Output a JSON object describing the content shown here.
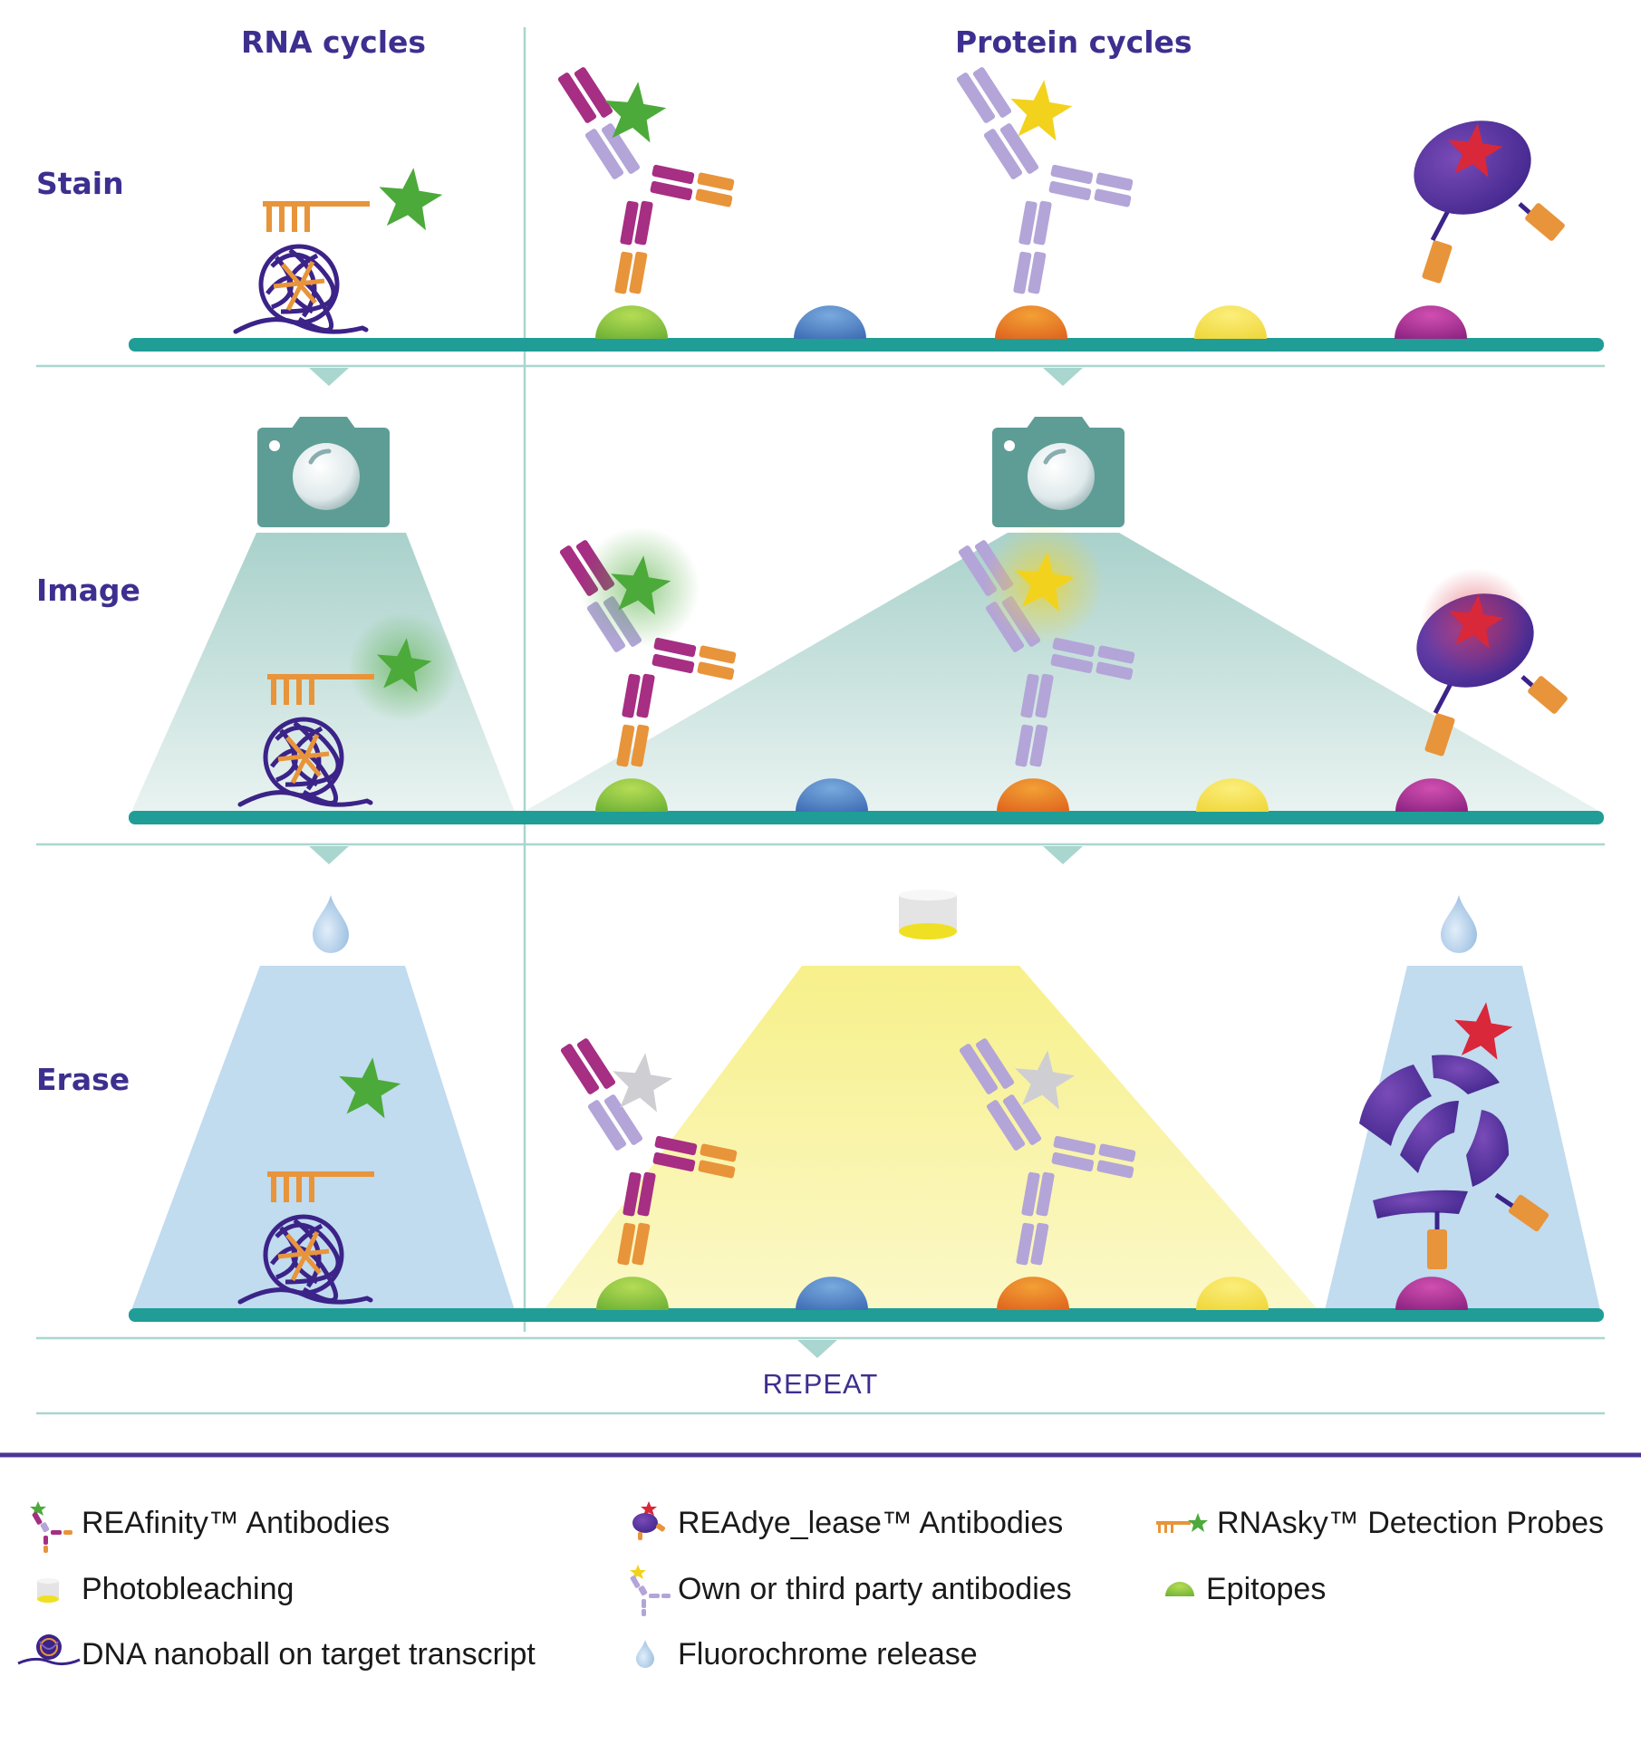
{
  "headers": {
    "rna": "RNA cycles",
    "protein": "Protein cycles"
  },
  "rows": {
    "stain": "Stain",
    "image": "Image",
    "erase": "Erase"
  },
  "repeat_label": "REPEAT",
  "legend": {
    "reafinity": "REAfinity™ Antibodies",
    "readye": "REAdye_lease™ Antibodies",
    "rnasky": "RNAsky™ Detection Probes",
    "photobleaching": "Photobleaching",
    "own_antibodies": "Own or third party antibodies",
    "epitopes": "Epitopes",
    "nanoball": "DNA nanoball on target transcript",
    "fluorochrome": "Fluorochrome release"
  },
  "colors": {
    "accent_purple": "#3d2f8f",
    "teal_bar": "#1f9d96",
    "divider": "#a9d6cf",
    "camera": "#5e9d95",
    "light_cone": "#bfdcd7",
    "water_cone": "#bcd8ee",
    "bleach_cone": "#f7f29a",
    "star_green": "#4caa3a",
    "star_yellow": "#f2d21c",
    "star_red": "#d8283a",
    "star_grey": "#cfcfd3",
    "orange": "#e8943a",
    "magenta": "#a62e83",
    "lavender": "#b3a5d8",
    "epitope_green": "#8cc43f",
    "epitope_blue": "#4f86c6",
    "epitope_orange": "#e8822a",
    "epitope_yellow": "#f2e055",
    "epitope_magenta": "#b0399a"
  },
  "icons": {
    "row_stain": [
      "rnasky-probe-icon",
      "reafinity-antibody-icon",
      "own-antibody-icon",
      "readye-antibody-icon"
    ],
    "row_image": [
      "camera-icon",
      "glow-star-icon"
    ],
    "row_erase": [
      "water-drop-icon",
      "photobleach-lamp-icon",
      "grey-star-icon",
      "fragmented-dye-icon"
    ]
  }
}
